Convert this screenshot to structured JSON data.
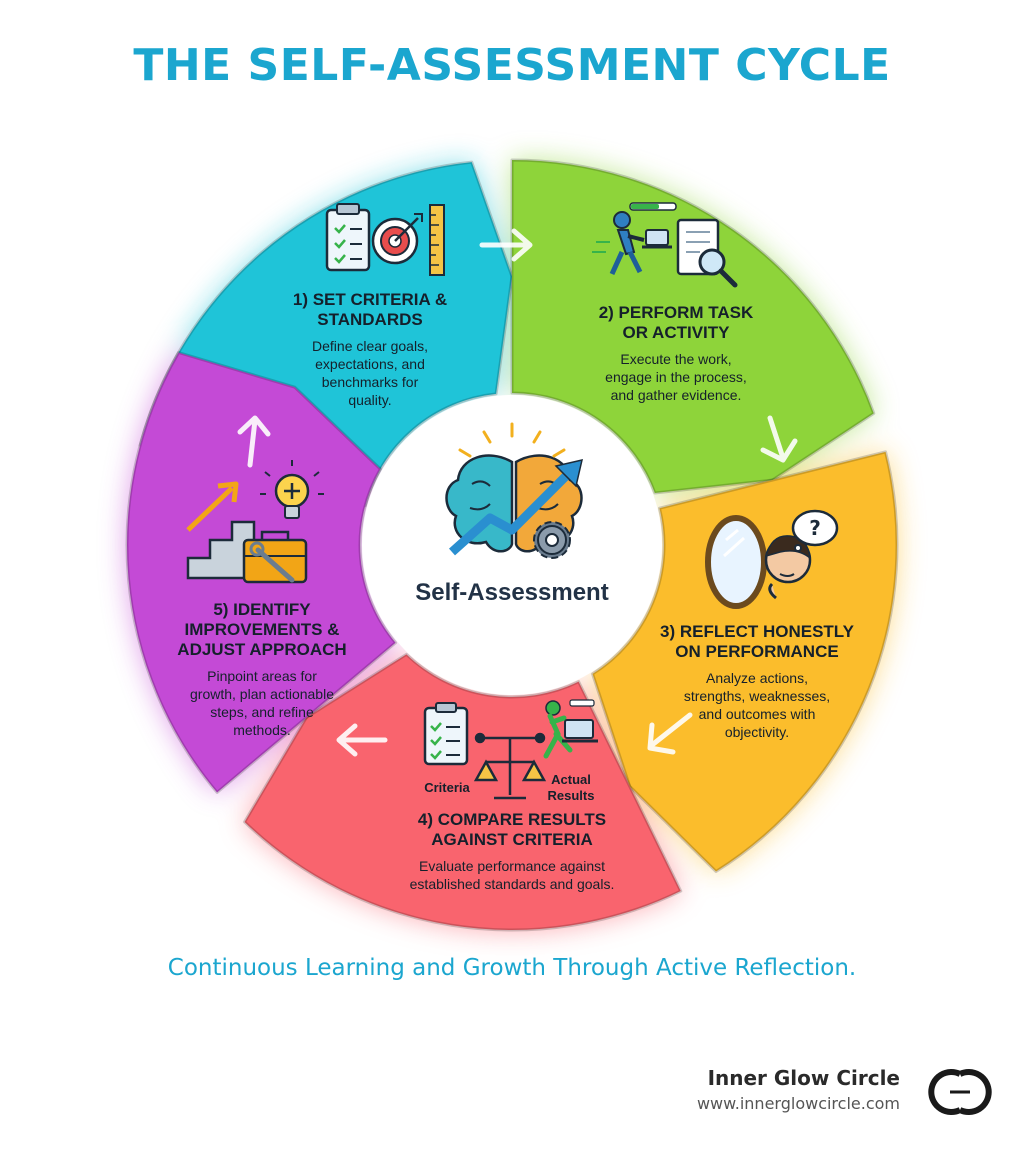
{
  "title": "THE SELF-ASSESSMENT CYCLE",
  "center": {
    "label": "Self-Assessment"
  },
  "steps": [
    {
      "title_lines": [
        "1) SET CRITERIA &",
        "STANDARDS"
      ],
      "desc_lines": [
        "Define clear goals,",
        "expectations, and",
        "benchmarks for",
        "quality."
      ],
      "color": "#1fc4d8"
    },
    {
      "title_lines": [
        "2) PERFORM TASK",
        "OR ACTIVITY"
      ],
      "desc_lines": [
        "Execute the work,",
        "engage in the process,",
        "and gather evidence."
      ],
      "color": "#8ed43a"
    },
    {
      "title_lines": [
        "3) REFLECT HONESTLY",
        "ON PERFORMANCE"
      ],
      "desc_lines": [
        "Analyze actions,",
        "strengths, weaknesses,",
        "and outcomes with",
        "objectivity."
      ],
      "color": "#fbbd2c"
    },
    {
      "title_lines": [
        "4) COMPARE RESULTS",
        "AGAINST CRITERIA"
      ],
      "desc_lines": [
        "Evaluate performance against",
        "established standards and goals."
      ],
      "color": "#f9646e",
      "labels": {
        "criteria": "Criteria",
        "actual": [
          "Actual",
          "Results"
        ]
      }
    },
    {
      "title_lines": [
        "5) IDENTIFY",
        "IMPROVEMENTS &",
        "ADJUST APPROACH"
      ],
      "desc_lines": [
        "Pinpoint areas for",
        "growth, plan actionable",
        "steps, and refine",
        "methods."
      ],
      "color": "#c44ad6"
    }
  ],
  "tagline": "Continuous Learning and Growth Through Active Reflection.",
  "brand": {
    "name": "Inner Glow Circle",
    "url": "www.innerglowcircle.com"
  },
  "icons": [
    "clipboard-icon",
    "target-icon",
    "ruler-icon",
    "walking-person-icon",
    "laptop-icon",
    "magnifier-document-icon",
    "mirror-icon",
    "thinking-person-icon",
    "question-bubble-icon",
    "checklist-icon",
    "scale-icon",
    "runner-icon",
    "stairs-icon",
    "lightbulb-icon",
    "toolbox-icon",
    "brain-icon",
    "gear-icon",
    "trend-arrow-icon",
    "brand-logo-icon"
  ]
}
